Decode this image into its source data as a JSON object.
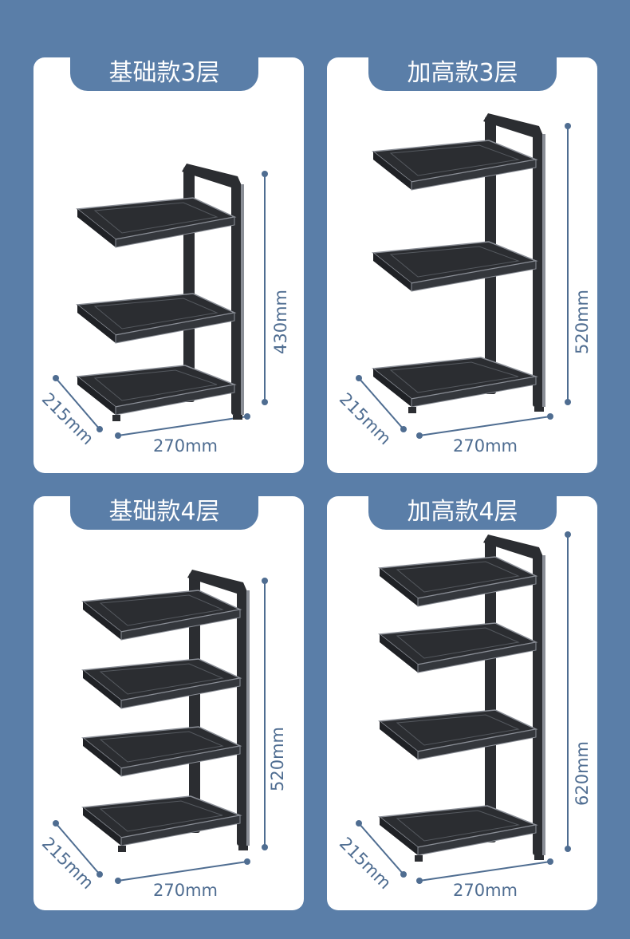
{
  "colors": {
    "background": "#5a7ea8",
    "card": "#ffffff",
    "dimension_line": "#4f6d91",
    "rack_dark": "#2b2d31",
    "rack_edge": "#8a8e96"
  },
  "cards": [
    {
      "title": "基础款3层",
      "width_label": "270mm",
      "depth_label": "215mm",
      "height_label": "430mm",
      "tiers": 3
    },
    {
      "title": "加高款3层",
      "width_label": "270mm",
      "depth_label": "215mm",
      "height_label": "520mm",
      "tiers": 3
    },
    {
      "title": "基础款4层",
      "width_label": "270mm",
      "depth_label": "215mm",
      "height_label": "520mm",
      "tiers": 4
    },
    {
      "title": "加高款4层",
      "width_label": "270mm",
      "depth_label": "215mm",
      "height_label": "620mm",
      "tiers": 4
    }
  ]
}
